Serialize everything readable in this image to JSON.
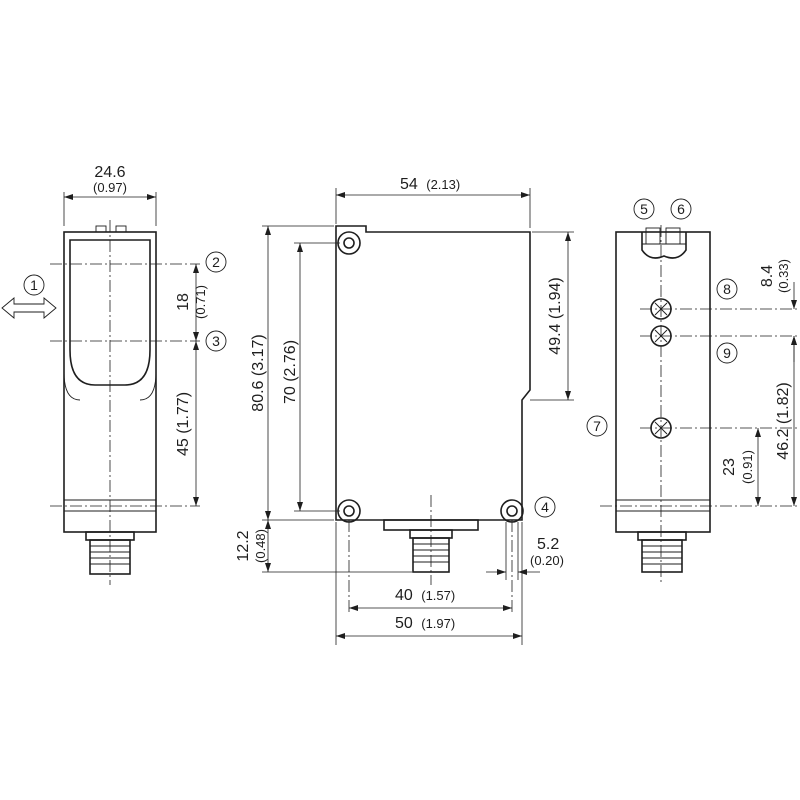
{
  "dimensions": {
    "width_24_6": {
      "value": "24.6",
      "inch": "(0.97)"
    },
    "height_18": {
      "value": "18",
      "inch": "(0.71)"
    },
    "height_45": {
      "value": "45 (1.77)"
    },
    "width_54": {
      "value": "54",
      "inch": "(2.13)"
    },
    "height_80_6": {
      "value": "80.6 (3.17)"
    },
    "height_70": {
      "value": "70 (2.76)"
    },
    "height_49_4": {
      "value": "49.4 (1.94)"
    },
    "height_12_2": {
      "value": "12.2",
      "inch": "(0.48)"
    },
    "width_5_2": {
      "value": "5.2",
      "inch": "(0.20)"
    },
    "width_40": {
      "value": "40",
      "inch": "(1.57)"
    },
    "width_50": {
      "value": "50",
      "inch": "(1.97)"
    },
    "height_8_4": {
      "value": "8.4",
      "inch": "(0.33)"
    },
    "height_46_2": {
      "value": "46.2 (1.82)"
    },
    "height_23": {
      "value": "23",
      "inch": "(0.91)"
    }
  },
  "callouts": [
    "1",
    "2",
    "3",
    "4",
    "5",
    "6",
    "7",
    "8",
    "9"
  ]
}
